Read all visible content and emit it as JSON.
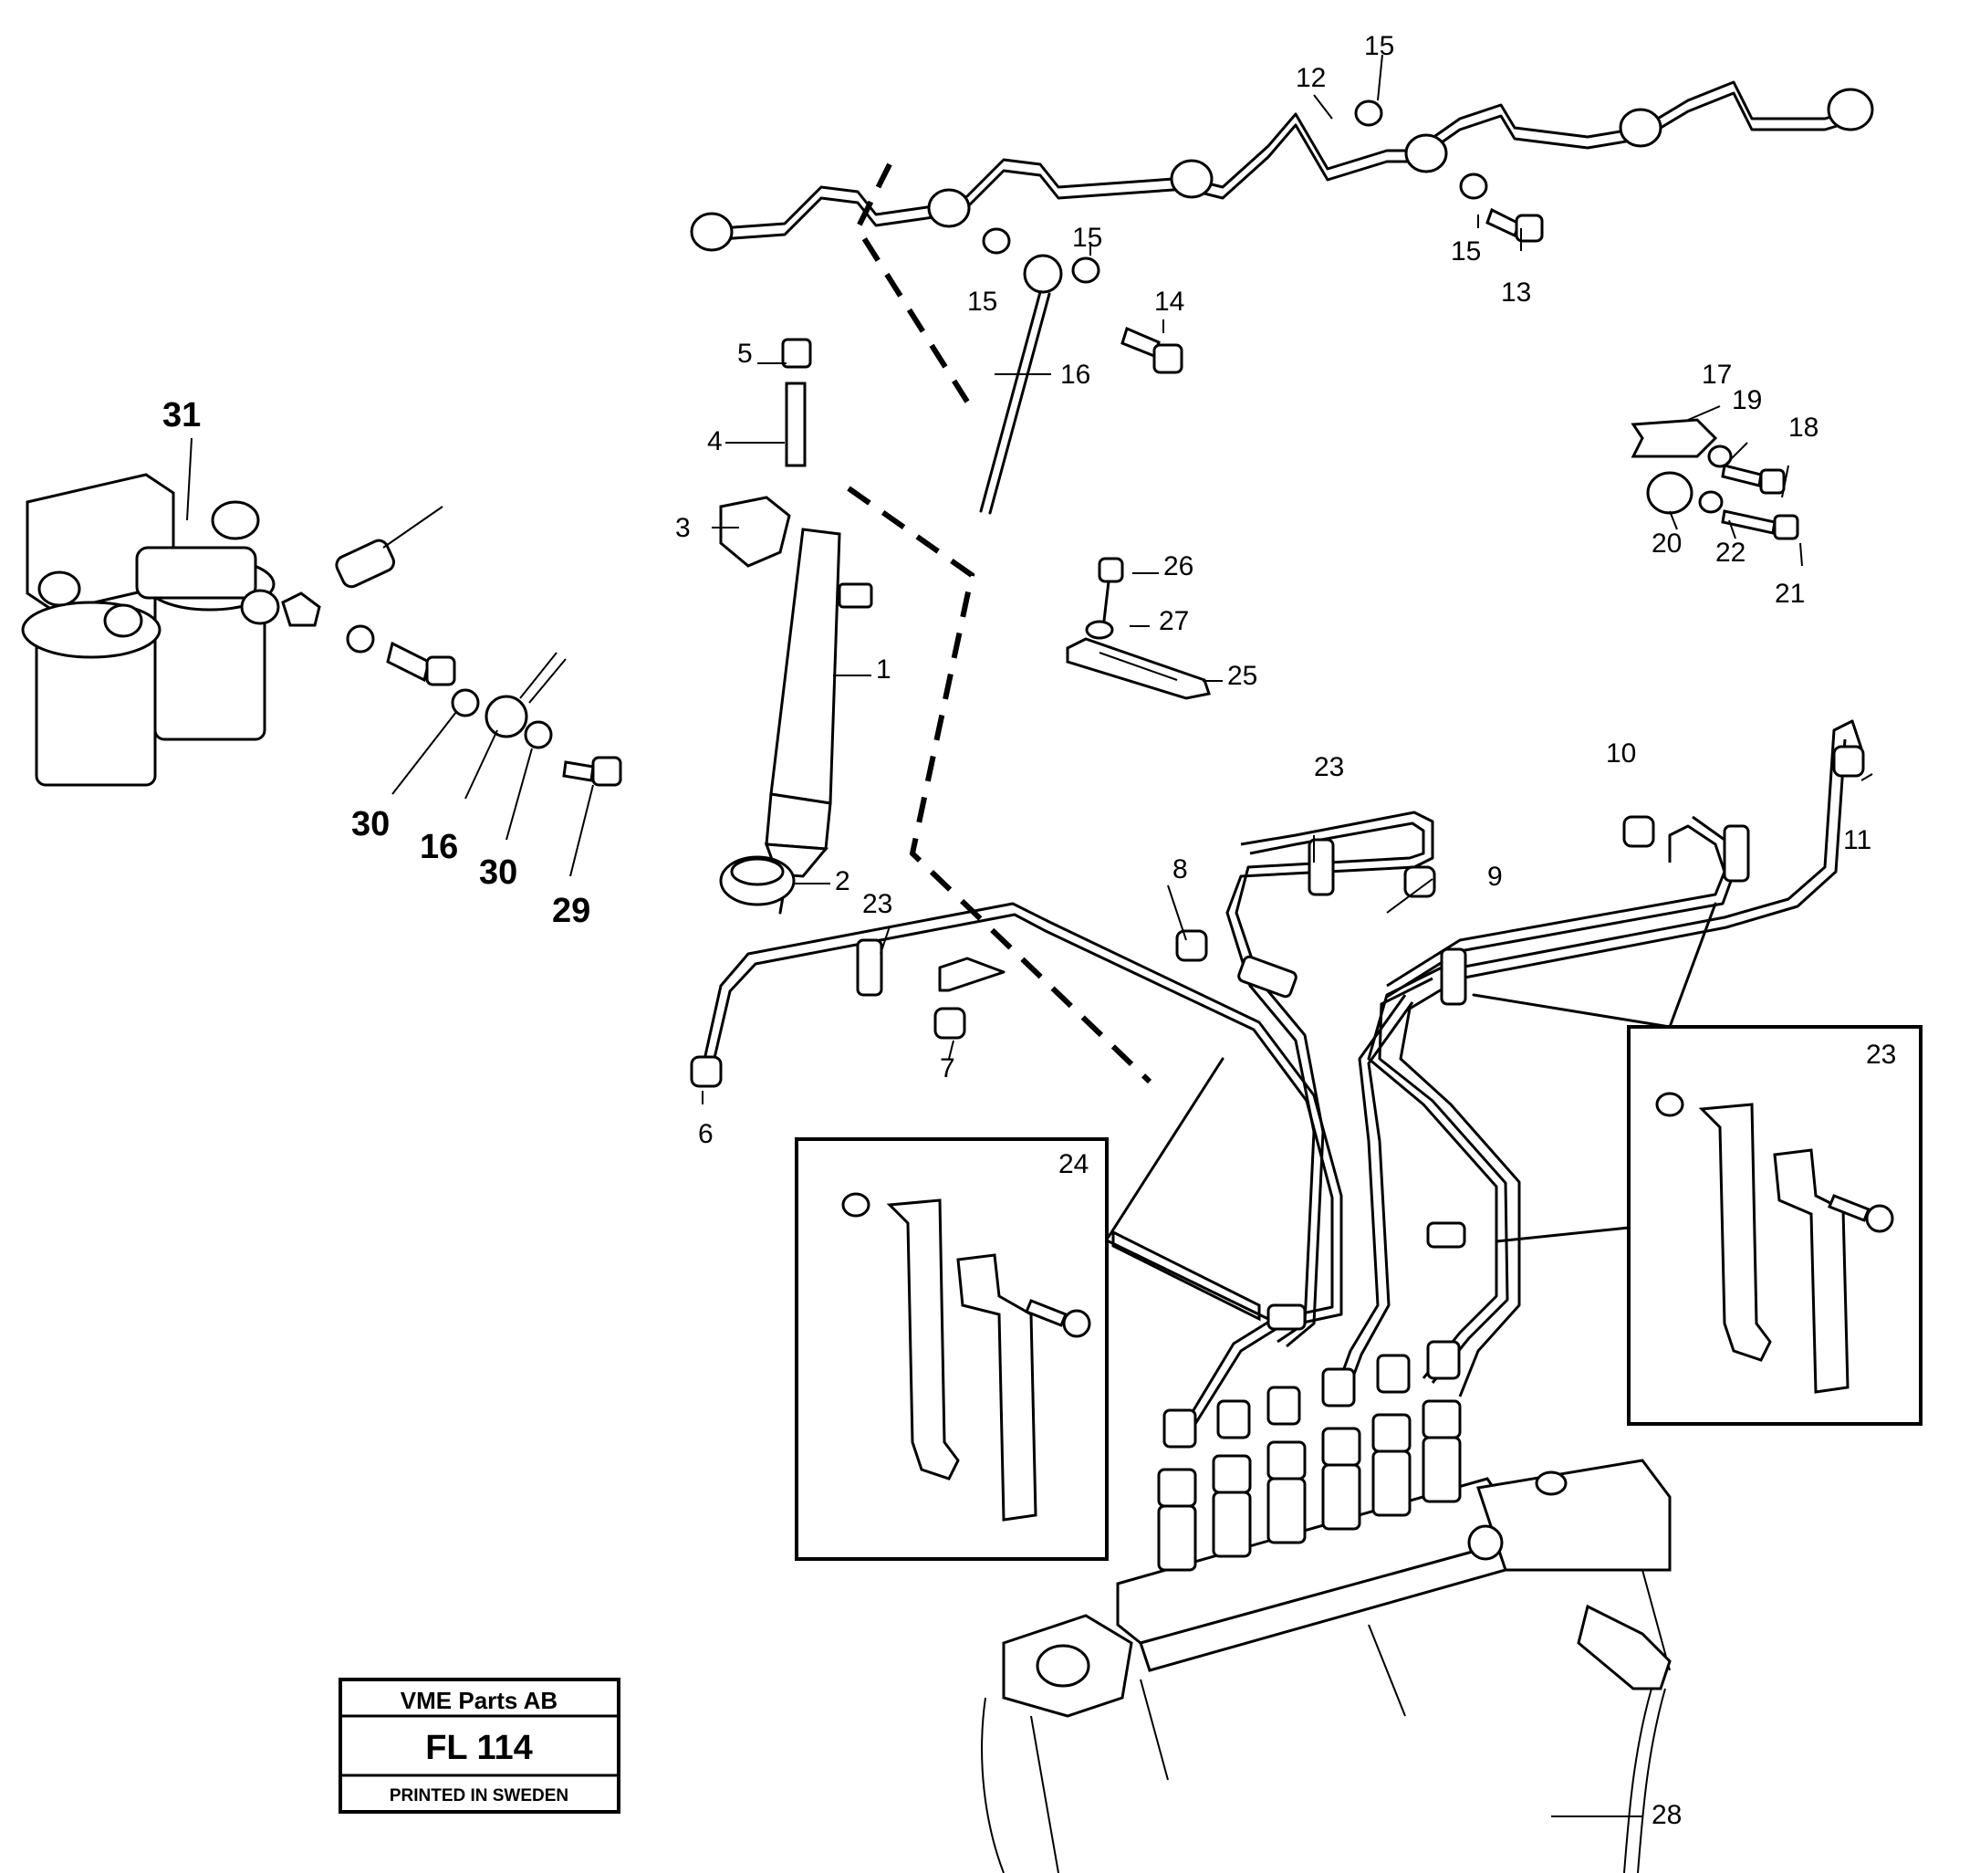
{
  "callouts": [
    {
      "text": "1"
    },
    {
      "text": "2"
    },
    {
      "text": "3"
    },
    {
      "text": "4"
    },
    {
      "text": "5"
    },
    {
      "text": "6"
    },
    {
      "text": "7"
    },
    {
      "text": "8"
    },
    {
      "text": "9"
    },
    {
      "text": "10"
    },
    {
      "text": "11"
    },
    {
      "text": "12"
    },
    {
      "text": "13"
    },
    {
      "text": "14"
    },
    {
      "text": "15"
    },
    {
      "text": "15"
    },
    {
      "text": "15"
    },
    {
      "text": "15"
    },
    {
      "text": "16"
    },
    {
      "text": "17"
    },
    {
      "text": "18"
    },
    {
      "text": "19"
    },
    {
      "text": "20"
    },
    {
      "text": "21"
    },
    {
      "text": "22"
    },
    {
      "text": "23"
    },
    {
      "text": "23"
    },
    {
      "text": "23"
    },
    {
      "text": "24"
    },
    {
      "text": "25"
    },
    {
      "text": "26"
    },
    {
      "text": "27"
    },
    {
      "text": "28"
    },
    {
      "text": "31"
    },
    {
      "text": "30"
    },
    {
      "text": "16"
    },
    {
      "text": "30"
    },
    {
      "text": "29"
    }
  ],
  "title_block": {
    "company": "VME Parts AB",
    "code": "FL 114",
    "footer": "PRINTED IN SWEDEN"
  }
}
